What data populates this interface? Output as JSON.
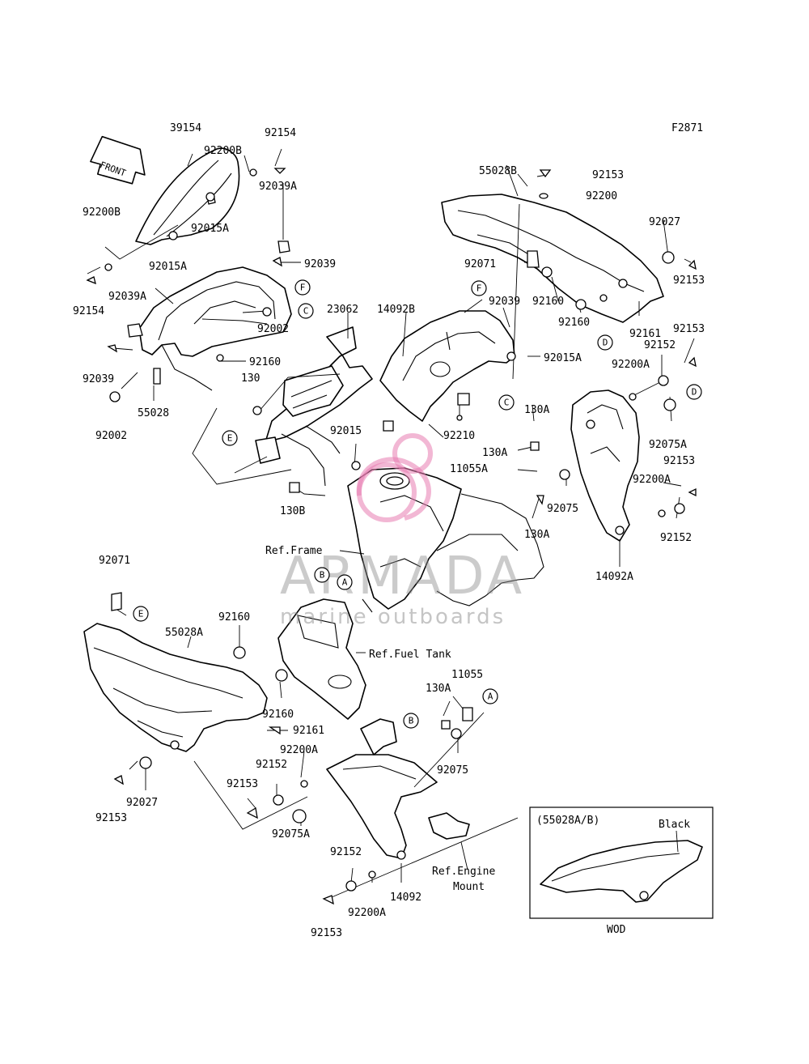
{
  "figure_code": "F2871",
  "front_arrow_label": "FRONT",
  "watermark": {
    "brand": "ARMADA",
    "tagline": "marine outboards",
    "logo_color": "#e87bb0",
    "text_color": "#8c8c8c"
  },
  "inset": {
    "title": "(55028A/B)",
    "color_note": "Black",
    "caption": "WOD"
  },
  "labels": [
    {
      "id": "39154",
      "text": "39154"
    },
    {
      "id": "92154-top",
      "text": "92154"
    },
    {
      "id": "92200B-top",
      "text": "92200B"
    },
    {
      "id": "92200B-left",
      "text": "92200B"
    },
    {
      "id": "92015A-a",
      "text": "92015A"
    },
    {
      "id": "92015A-b",
      "text": "92015A"
    },
    {
      "id": "92154-left",
      "text": "92154"
    },
    {
      "id": "92039A-top",
      "text": "92039A"
    },
    {
      "id": "92039-a",
      "text": "92039"
    },
    {
      "id": "92039A-left",
      "text": "92039A"
    },
    {
      "id": "92002-a",
      "text": "92002"
    },
    {
      "id": "92160-a",
      "text": "92160"
    },
    {
      "id": "92039-b",
      "text": "92039"
    },
    {
      "id": "92002-b",
      "text": "92002"
    },
    {
      "id": "55028",
      "text": "55028"
    },
    {
      "id": "130",
      "text": "130"
    },
    {
      "id": "23062",
      "text": "23062"
    },
    {
      "id": "14092B",
      "text": "14092B"
    },
    {
      "id": "92039-c",
      "text": "92039"
    },
    {
      "id": "92015A-c",
      "text": "92015A"
    },
    {
      "id": "55028B",
      "text": "55028B"
    },
    {
      "id": "92153-a",
      "text": "92153"
    },
    {
      "id": "92200-a",
      "text": "92200"
    },
    {
      "id": "92027-a",
      "text": "92027"
    },
    {
      "id": "92071-a",
      "text": "92071"
    },
    {
      "id": "92153-b",
      "text": "92153"
    },
    {
      "id": "92160-b",
      "text": "92160"
    },
    {
      "id": "92160-c",
      "text": "92160"
    },
    {
      "id": "92161-a",
      "text": "92161"
    },
    {
      "id": "92153-c",
      "text": "92153"
    },
    {
      "id": "92152-a",
      "text": "92152"
    },
    {
      "id": "92200A-a",
      "text": "92200A"
    },
    {
      "id": "92075A-a",
      "text": "92075A"
    },
    {
      "id": "92210",
      "text": "92210"
    },
    {
      "id": "130A-a",
      "text": "130A"
    },
    {
      "id": "130A-b",
      "text": "130A"
    },
    {
      "id": "92015",
      "text": "92015"
    },
    {
      "id": "11055A",
      "text": "11055A"
    },
    {
      "id": "92153-d",
      "text": "92153"
    },
    {
      "id": "92200A-b",
      "text": "92200A"
    },
    {
      "id": "92075-a",
      "text": "92075"
    },
    {
      "id": "130A-c",
      "text": "130A"
    },
    {
      "id": "92152-b",
      "text": "92152"
    },
    {
      "id": "130B",
      "text": "130B"
    },
    {
      "id": "14092A",
      "text": "14092A"
    },
    {
      "id": "ref-frame",
      "text": "Ref.Frame"
    },
    {
      "id": "92071-b",
      "text": "92071"
    },
    {
      "id": "55028A",
      "text": "55028A"
    },
    {
      "id": "92160-d",
      "text": "92160"
    },
    {
      "id": "ref-fuel-tank",
      "text": "Ref.Fuel Tank"
    },
    {
      "id": "11055",
      "text": "11055"
    },
    {
      "id": "130A-d",
      "text": "130A"
    },
    {
      "id": "92160-e",
      "text": "92160"
    },
    {
      "id": "92161-b",
      "text": "92161"
    },
    {
      "id": "92200A-c",
      "text": "92200A"
    },
    {
      "id": "92152-c",
      "text": "92152"
    },
    {
      "id": "92075-b",
      "text": "92075"
    },
    {
      "id": "92153-e",
      "text": "92153"
    },
    {
      "id": "92027-b",
      "text": "92027"
    },
    {
      "id": "92153-f",
      "text": "92153"
    },
    {
      "id": "92075A-b",
      "text": "92075A"
    },
    {
      "id": "92152-d",
      "text": "92152"
    },
    {
      "id": "ref-engine-1",
      "text": "Ref.Engine"
    },
    {
      "id": "ref-engine-2",
      "text": "Mount"
    },
    {
      "id": "14092",
      "text": "14092"
    },
    {
      "id": "92200A-d",
      "text": "92200A"
    },
    {
      "id": "92153-g",
      "text": "92153"
    }
  ],
  "callouts": [
    {
      "id": "F-1",
      "letter": "F"
    },
    {
      "id": "C-1",
      "letter": "C"
    },
    {
      "id": "F-2",
      "letter": "F"
    },
    {
      "id": "C-2",
      "letter": "C"
    },
    {
      "id": "D-1",
      "letter": "D"
    },
    {
      "id": "D-2",
      "letter": "D"
    },
    {
      "id": "E-1",
      "letter": "E"
    },
    {
      "id": "E-2",
      "letter": "E"
    },
    {
      "id": "B-1",
      "letter": "B"
    },
    {
      "id": "A-1",
      "letter": "A"
    },
    {
      "id": "A-2",
      "letter": "A"
    },
    {
      "id": "B-2",
      "letter": "B"
    }
  ]
}
